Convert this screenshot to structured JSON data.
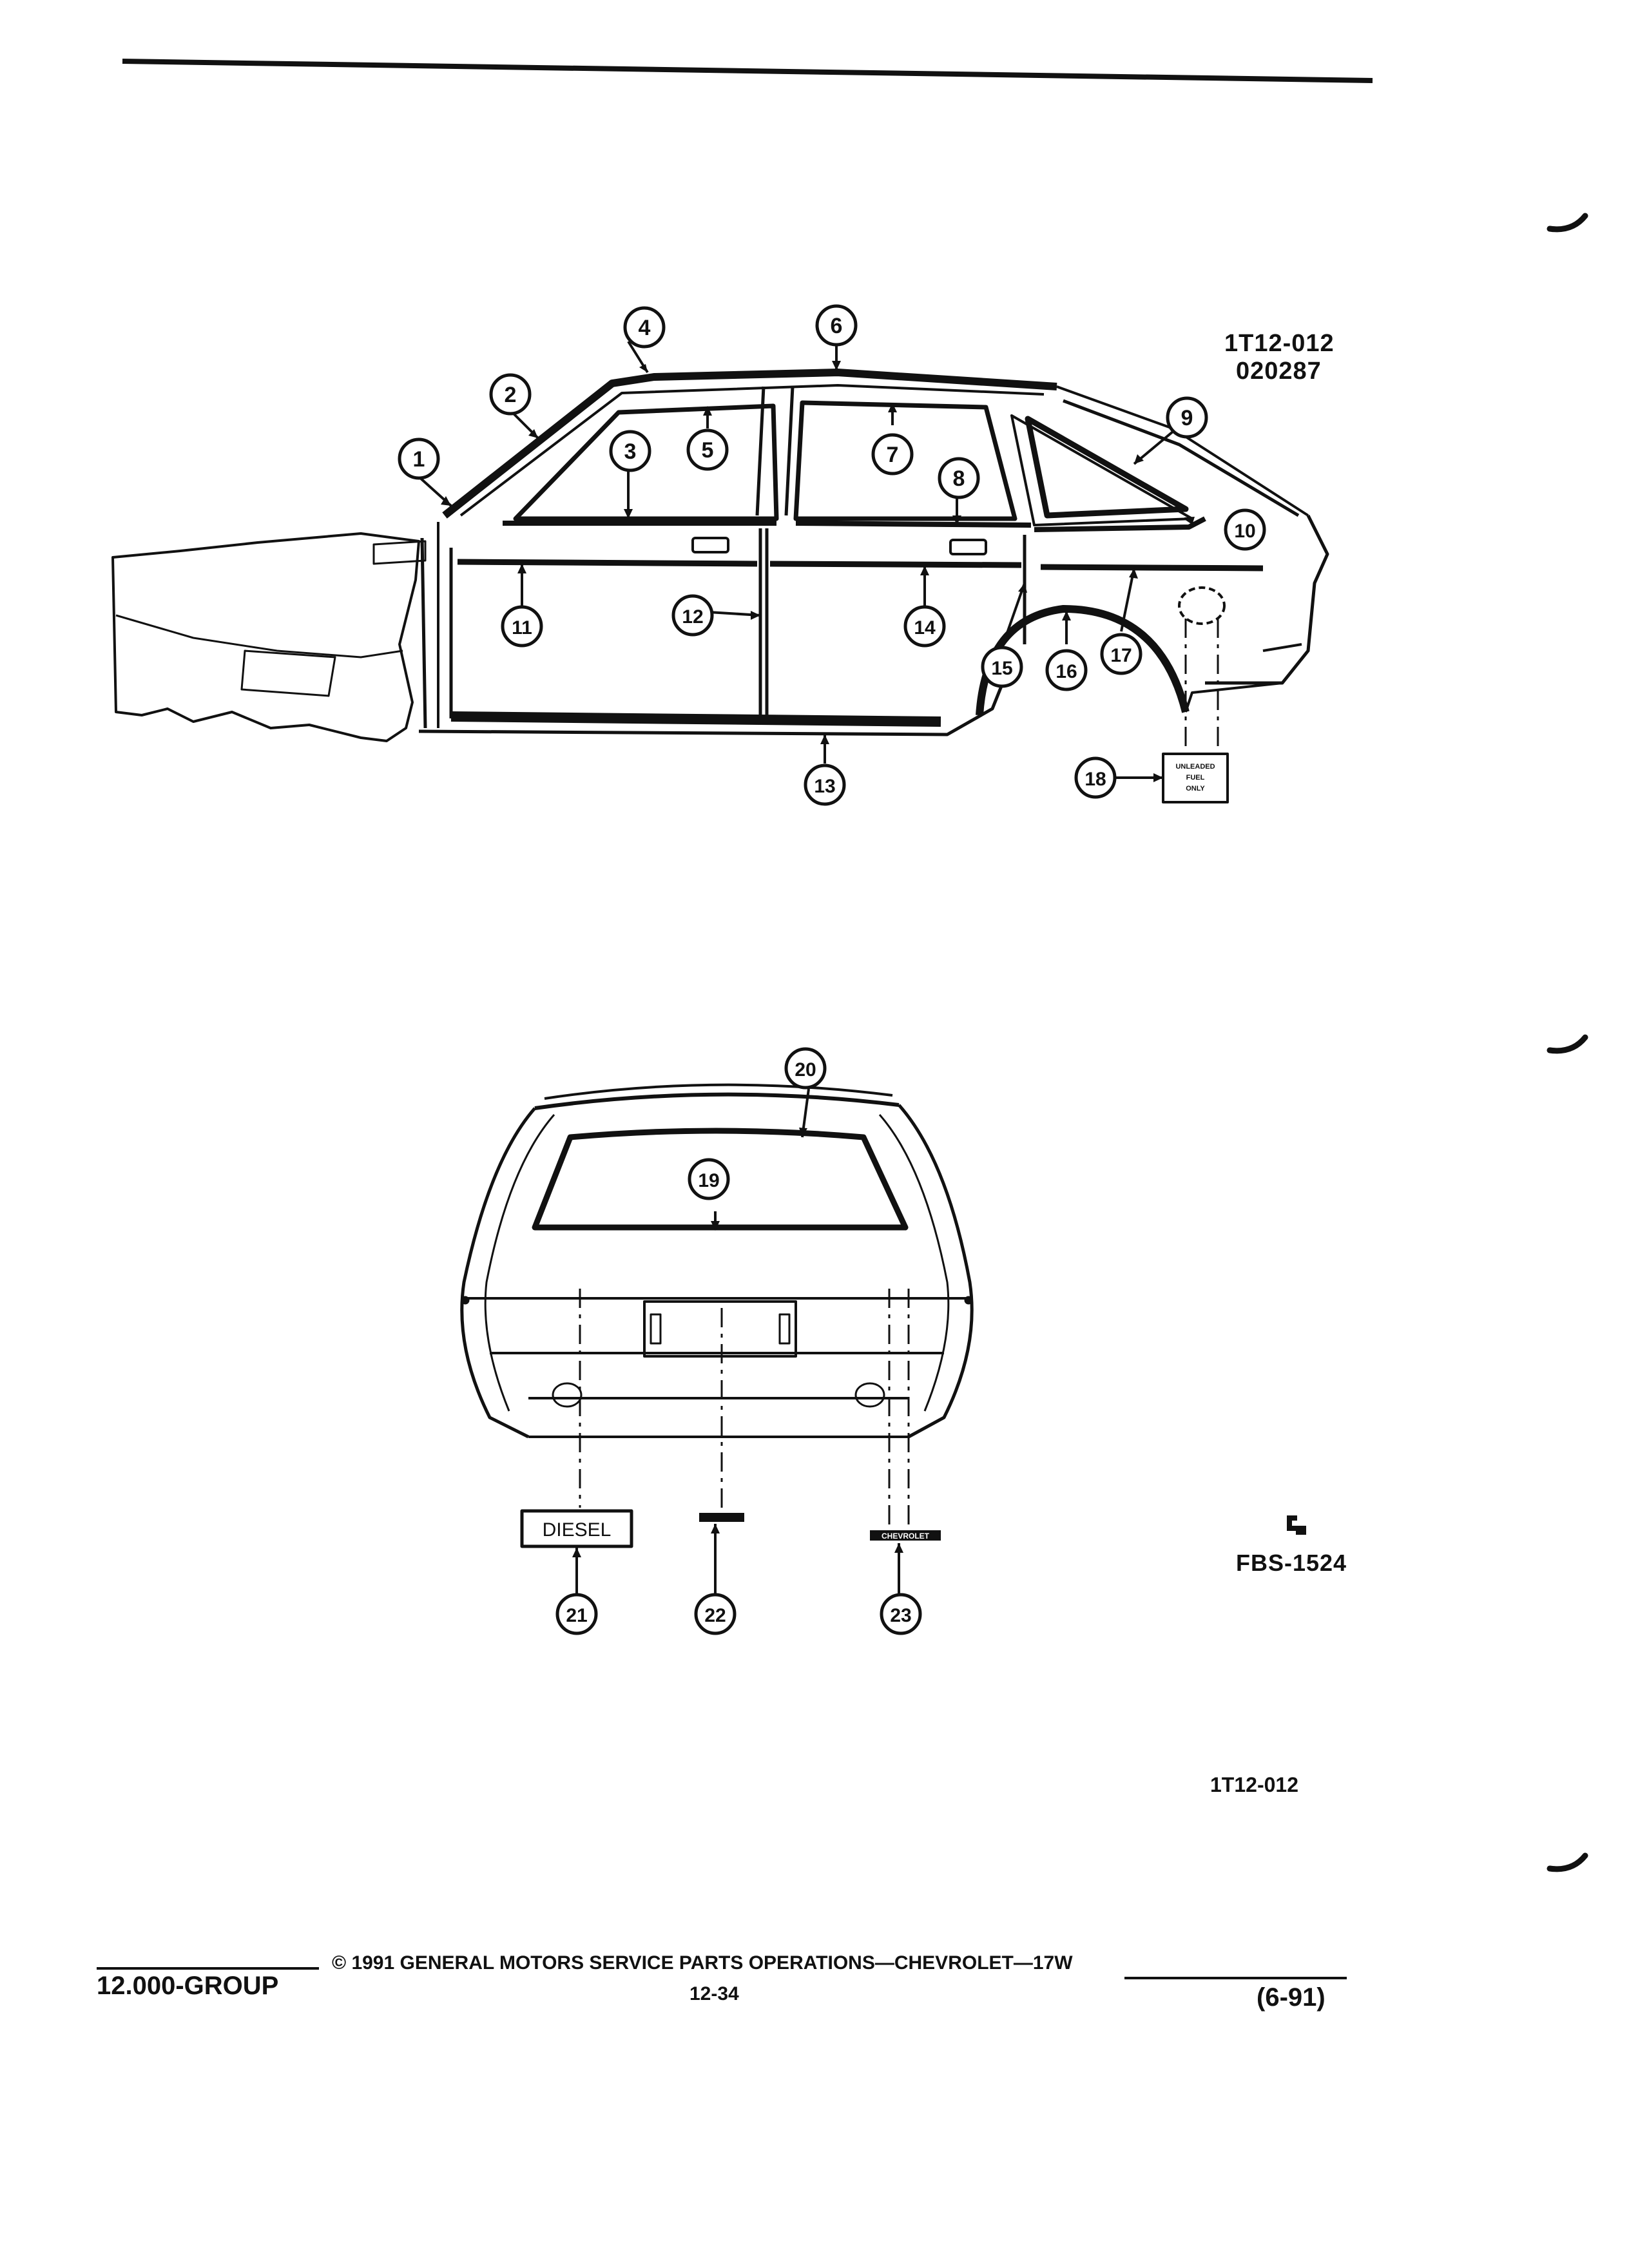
{
  "figure": {
    "code_top": "1T12-012",
    "date_code": "020287",
    "code_bottom": "1T12-012",
    "fbs_code": "FBS-1524",
    "callouts": [
      "1",
      "2",
      "3",
      "4",
      "5",
      "6",
      "7",
      "8",
      "9",
      "10",
      "11",
      "12",
      "13",
      "14",
      "15",
      "16",
      "17",
      "18",
      "19",
      "20",
      "21",
      "22",
      "23"
    ],
    "fuel_label": "UNLEADED FUEL ONLY",
    "emblem_diesel": "DIESEL",
    "emblem_chevrolet": "CHEVROLET"
  },
  "footer": {
    "group": "12.000-GROUP",
    "copyright": "© 1991  GENERAL MOTORS SERVICE PARTS OPERATIONS—CHEVROLET—17W",
    "page_number": "12-34",
    "revision": "(6-91)"
  },
  "colors": {
    "ink": "#111111",
    "paper": "#ffffff"
  }
}
